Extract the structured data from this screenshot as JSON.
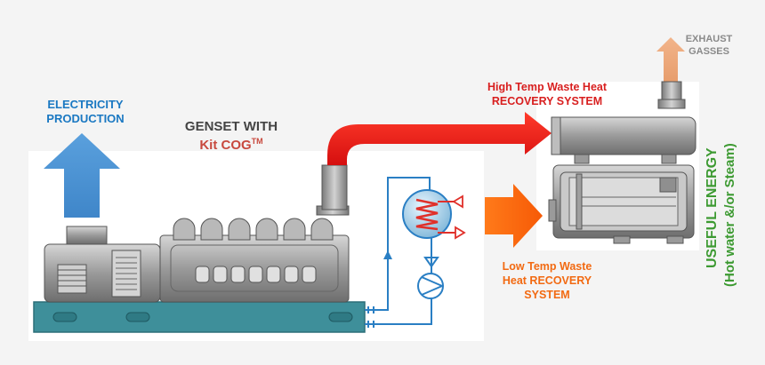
{
  "labels": {
    "electricity_line1": "ELECTRICITY",
    "electricity_line2": "PRODUCTION",
    "genset_line1": "GENSET WITH",
    "genset_line2": "Kit COG",
    "genset_tm": "TM",
    "high_temp_line1": "High Temp Waste Heat",
    "high_temp_line2": "RECOVERY SYSTEM",
    "low_temp_line1": "Low Temp Waste",
    "low_temp_line2": "Heat RECOVERY",
    "low_temp_line3": "SYSTEM",
    "exhaust_line1": "EXHAUST",
    "exhaust_line2": "GASSES",
    "useful_line1": "USEFUL ENERGY",
    "useful_line2": "(Hot water &/or Steam)"
  },
  "colors": {
    "electricity": "#1a78c2",
    "genset_title": "#444444",
    "kitcog": "#c8493e",
    "high_temp": "#d81f1f",
    "low_temp": "#f26a12",
    "exhaust": "#8a8a8a",
    "useful": "#3d9a32",
    "pipe_blue": "#2a7fc4"
  },
  "icons": [
    "electricity-arrow-icon",
    "generator-icon",
    "engine-icon",
    "exhaust-arrow-icon",
    "heat-exchanger-icon",
    "pump-icon",
    "boiler-icon"
  ]
}
